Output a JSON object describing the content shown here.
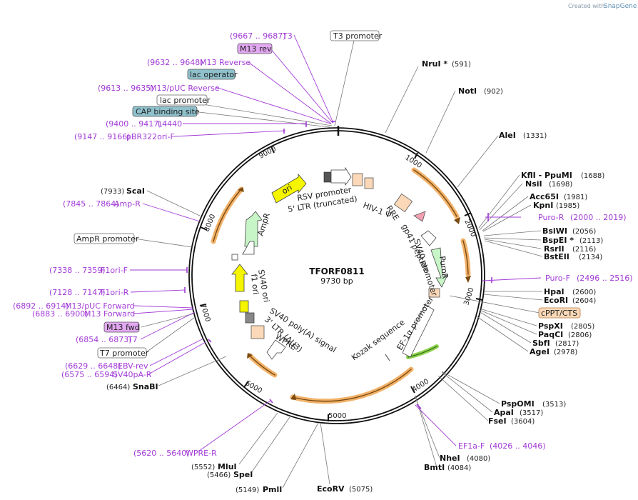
{
  "credit": {
    "prefix": "Created with",
    "brand": "SnapGene"
  },
  "plasmid": {
    "name": "TFORF0811",
    "length": "9730 bp"
  },
  "ticks": [
    "1000",
    "2000",
    "3000",
    "4000",
    "5000",
    "6000",
    "7000",
    "8000",
    "9000"
  ],
  "enzymes": [
    {
      "name": "NruI *",
      "pos": "(591)"
    },
    {
      "name": "NotI",
      "pos": "(902)"
    },
    {
      "name": "AleI",
      "pos": "(1331)"
    },
    {
      "name": "KflI - PpuMI",
      "pos": "(1688)"
    },
    {
      "name": "NsiI",
      "pos": "(1698)"
    },
    {
      "name": "Acc65I",
      "pos": "(1981)"
    },
    {
      "name": "KpnI",
      "pos": "(1985)"
    },
    {
      "name": "BsiWI",
      "pos": "(2056)"
    },
    {
      "name": "BspEI *",
      "pos": "(2113)"
    },
    {
      "name": "RsrII",
      "pos": "(2116)"
    },
    {
      "name": "BstEII",
      "pos": "(2134)"
    },
    {
      "name": "HpaI",
      "pos": "(2600)"
    },
    {
      "name": "EcoRI",
      "pos": "(2604)"
    },
    {
      "name": "PspXI",
      "pos": "(2805)"
    },
    {
      "name": "PaqCI",
      "pos": "(2806)"
    },
    {
      "name": "SbfI",
      "pos": "(2817)"
    },
    {
      "name": "AgeI",
      "pos": "(2978)"
    },
    {
      "name": "PspOMI",
      "pos": "(3513)"
    },
    {
      "name": "ApaI",
      "pos": "(3517)"
    },
    {
      "name": "FseI",
      "pos": "(3604)"
    },
    {
      "name": "NheI",
      "pos": "(4080)"
    },
    {
      "name": "BmtI",
      "pos": "(4084)"
    },
    {
      "name": "EcoRV",
      "pos": "(5075)"
    },
    {
      "name": "PmlI",
      "pos": "(5149)"
    },
    {
      "name": "SpeI",
      "pos": "(5466)"
    },
    {
      "name": "MluI",
      "pos": "(5552)"
    },
    {
      "name": "SnaBI",
      "pos": "(6464)"
    },
    {
      "name": "ScaI",
      "pos": "(7933)"
    }
  ],
  "primers": [
    {
      "name": "T3",
      "pos": "(9667 .. 9687)"
    },
    {
      "name": "M13 Reverse",
      "pos": "(9632 .. 9648)"
    },
    {
      "name": "M13/pUC Reverse",
      "pos": "(9613 .. 9635)"
    },
    {
      "name": "L4440",
      "pos": "(9400 .. 9417)"
    },
    {
      "name": "pBR322ori-F",
      "pos": "(9147 .. 9166)"
    },
    {
      "name": "Amp-R",
      "pos": "(7845 .. 7864)"
    },
    {
      "name": "F1ori-F",
      "pos": "(7338 .. 7359)"
    },
    {
      "name": "F1ori-R",
      "pos": "(7128 .. 7147)"
    },
    {
      "name": "M13/pUC Forward",
      "pos": "(6892 .. 6914)"
    },
    {
      "name": "M13 Forward",
      "pos": "(6883 .. 6900)"
    },
    {
      "name": "T7",
      "pos": "(6854 .. 6873)"
    },
    {
      "name": "EBV-rev",
      "pos": "(6629 .. 6648)"
    },
    {
      "name": "SV40pA-R",
      "pos": "(6575 .. 6594)"
    },
    {
      "name": "WPRE-R",
      "pos": "(5620 .. 5640)"
    },
    {
      "name": "Puro-R",
      "pos": "(2000 .. 2019)"
    },
    {
      "name": "Puro-F",
      "pos": "(2496 .. 2516)"
    },
    {
      "name": "EF1a-F",
      "pos": "(4026 .. 4046)"
    }
  ],
  "boxed_labels": [
    "T3 promoter",
    "M13 rev",
    "lac operator",
    "lac promoter",
    "CAP binding site",
    "AmpR promoter",
    "M13 fwd",
    "T7 promoter",
    "cPPT/CTS"
  ],
  "features": [
    "RSV promoter",
    "5' LTR (truncated)",
    "HIV-1 Ψ",
    "RRE",
    "gp41 peptide",
    "SV40 promoter",
    "PuroR",
    "EF-1α promoter",
    "Kozak sequence",
    "WPRE",
    "3' LTR (ΔU3)",
    "SV40 poly(A) signal",
    "SV40 ori",
    "f1 ori",
    "AmpR",
    "ori"
  ],
  "colors": {
    "primer": "#a23bd6",
    "orf_arrow": "#f2b26a",
    "ori": "#f5f500",
    "ampr": "#c8f5c8",
    "lac_box": "#8fc1cc",
    "m13_box": "#e3a8f2",
    "cppt_box": "#fbd9b8"
  }
}
